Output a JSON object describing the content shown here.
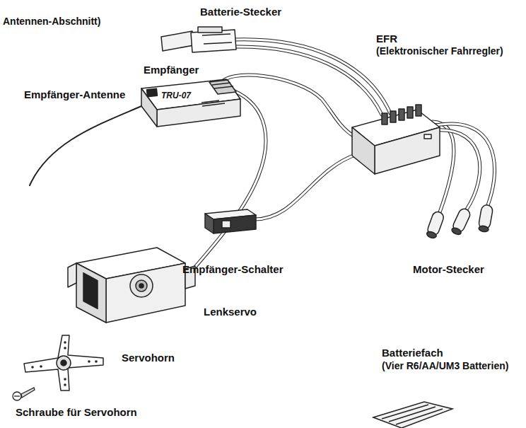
{
  "diagram": {
    "labels": [
      "Antennen-Abschnitt)",
      "Batterie-Stecker",
      "EFR",
      "(Elektronischer Fahrregler)",
      "Empfänger",
      "Empfänger-Antenne",
      "TRU-07",
      "Empfänger-Schalter",
      "Motor-Stecker",
      "Lenkservo",
      "Servohorn",
      "Batteriefach",
      "(Vier R6/AA/UM3 Batterien)",
      "Schraube für Servohorn"
    ]
  }
}
